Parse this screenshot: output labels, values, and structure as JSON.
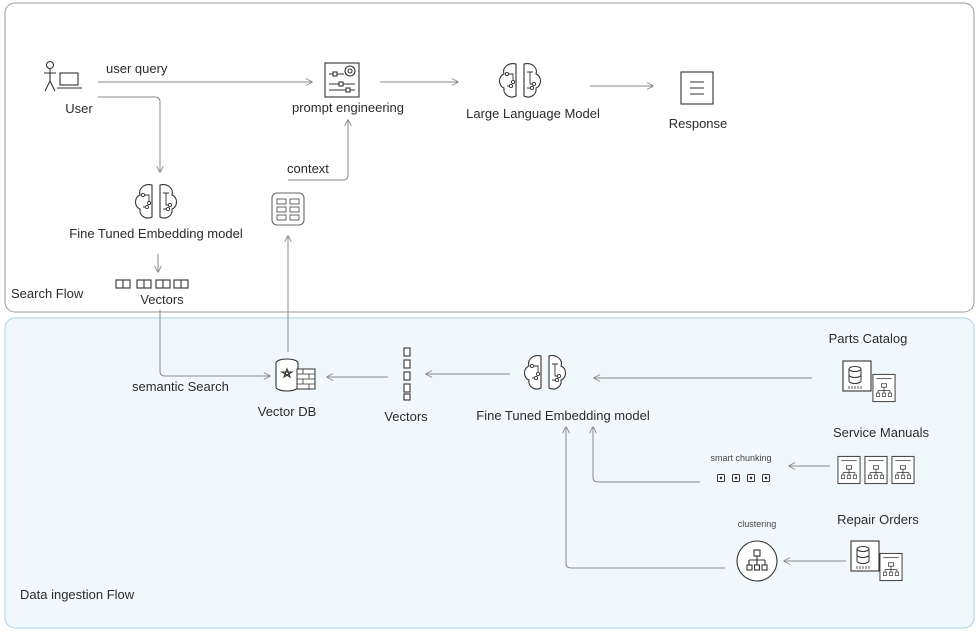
{
  "panels": {
    "search_flow": "Search Flow",
    "data_ingestion_flow": "Data ingestion Flow"
  },
  "search": {
    "user": "User",
    "user_query": "user query",
    "prompt_engineering": "prompt engineering",
    "llm": "Large Language Model",
    "response": "Response",
    "context": "context",
    "embedding_model": "Fine Tuned Embedding model",
    "vectors": "Vectors",
    "semantic_search": "semantic Search"
  },
  "ingestion": {
    "vector_db": "Vector DB",
    "vectors": "Vectors",
    "embedding_model": "Fine Tuned Embedding model",
    "parts_catalog": "Parts Catalog",
    "service_manuals": "Service Manuals",
    "repair_orders": "Repair Orders",
    "smart_chunking": "smart chunking",
    "clustering": "clustering"
  },
  "colors": {
    "search_panel_border": "#9a9a9a",
    "ingestion_panel_fill": "#f1f8fc",
    "ingestion_panel_border": "#a9d3e3",
    "edge": "#8a8a8a",
    "icon_stroke": "#333333"
  }
}
